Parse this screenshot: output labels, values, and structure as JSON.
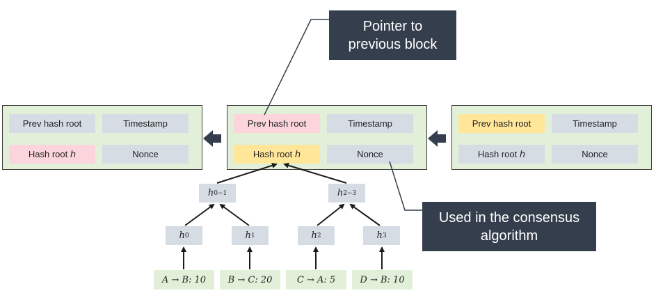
{
  "callouts": {
    "pointer": "Pointer to\nprevious block",
    "consensus": "Used in the consensus\nalgorithm"
  },
  "blocks": [
    {
      "prev": "Prev hash root",
      "timestamp": "Timestamp",
      "hash_root": "Hash root ℎ",
      "nonce": "Nonce"
    },
    {
      "prev": "Prev hash root",
      "timestamp": "Timestamp",
      "hash_root": "Hash root ℎ",
      "nonce": "Nonce"
    },
    {
      "prev": "Prev hash root",
      "timestamp": "Timestamp",
      "hash_root": "Hash root ℎ",
      "nonce": "Nonce"
    }
  ],
  "tree": {
    "h01": {
      "base": "h",
      "sub": "0−1"
    },
    "h23": {
      "base": "h",
      "sub": "2−3"
    },
    "h0": {
      "base": "h",
      "sub": "0"
    },
    "h1": {
      "base": "h",
      "sub": "1"
    },
    "h2": {
      "base": "h",
      "sub": "2"
    },
    "h3": {
      "base": "h",
      "sub": "3"
    }
  },
  "transactions": [
    "A → B: 10",
    "B → C: 20",
    "C → A: 5",
    "D → B: 10"
  ],
  "colors": {
    "block_bg": "#e2efd9",
    "cell_gray": "#d6dce4",
    "highlight_pink": "#fbd4dc",
    "highlight_yellow": "#ffe699",
    "callout_bg": "#343e4c",
    "arrow": "#343e4c"
  }
}
